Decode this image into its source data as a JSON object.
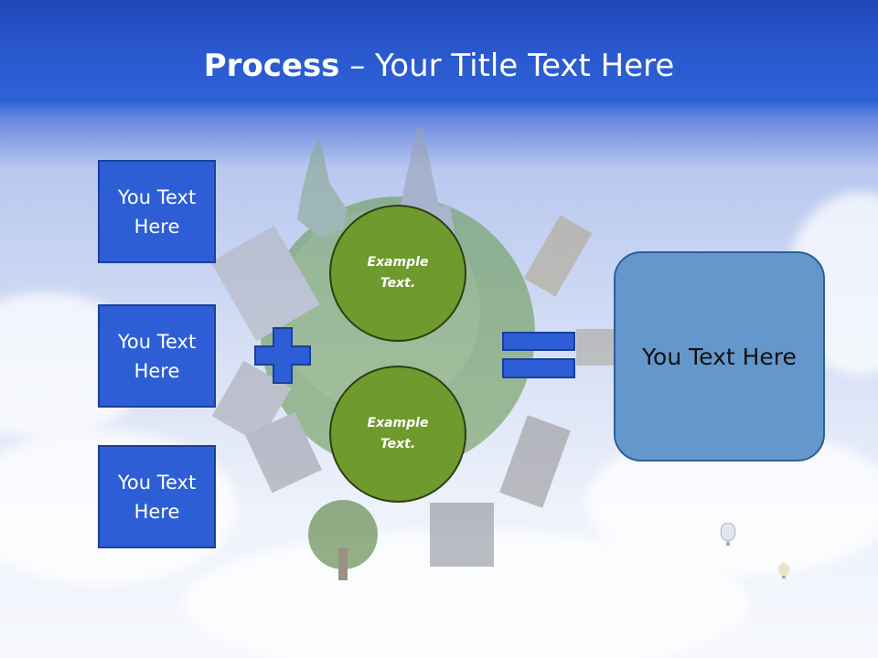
{
  "slide": {
    "title_bold": "Process",
    "title_rest": " – Your Title Text Here"
  },
  "left_boxes": [
    {
      "label": "You Text Here"
    },
    {
      "label": "You Text Here"
    },
    {
      "label": "You Text Here"
    }
  ],
  "circles": [
    {
      "label": "Example Text."
    },
    {
      "label": "Example Text."
    }
  ],
  "result_box": {
    "label": "You Text Here"
  },
  "icons": [
    "plus-icon",
    "equals-icon",
    "globe-landmarks-image"
  ],
  "colors": {
    "header_blue": "#2a59cf",
    "box_blue": "#2d5ed6",
    "circle_green": "#6f9a2e",
    "result_blue": "#6497cb"
  }
}
